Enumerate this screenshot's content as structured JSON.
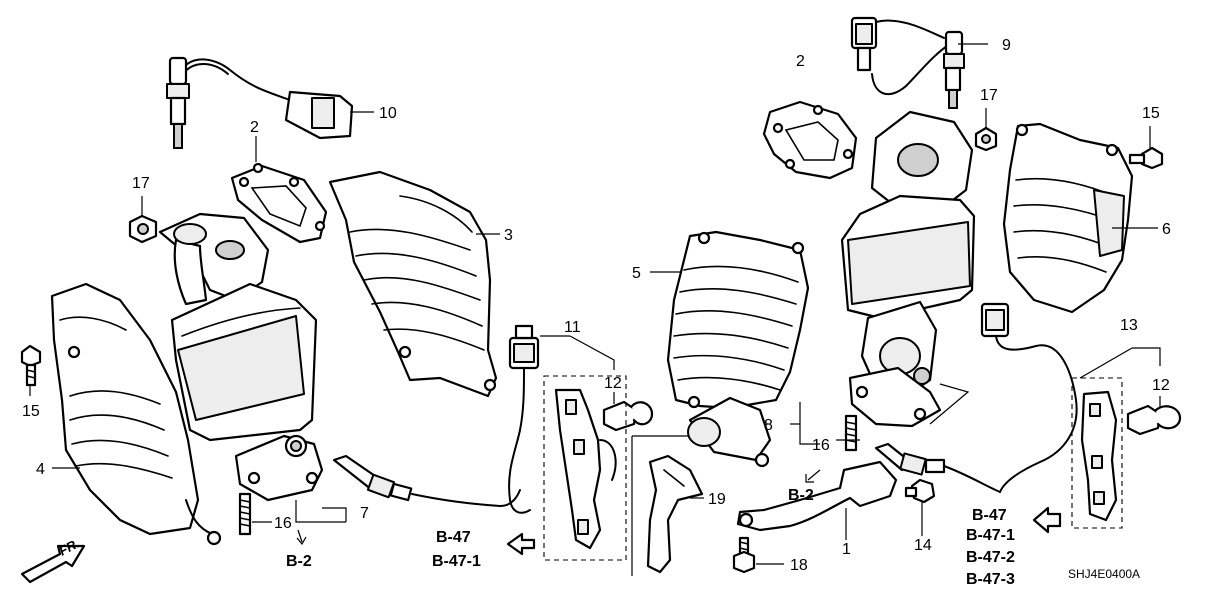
{
  "diagram_code": "SHJ4E0400A",
  "front_marker": "FR.",
  "callouts": {
    "c1": "1",
    "c2a": "2",
    "c2b": "2",
    "c3": "3",
    "c4": "4",
    "c5": "5",
    "c6": "6",
    "c7": "7",
    "c8": "8",
    "c9": "9",
    "c10": "10",
    "c11": "11",
    "c12a": "12",
    "c12b": "12",
    "c13": "13",
    "c14": "14",
    "c15a": "15",
    "c15b": "15",
    "c16a": "16",
    "c16b": "16",
    "c17a": "17",
    "c17b": "17",
    "c18": "18",
    "c19": "19"
  },
  "references": {
    "b2_left": "B-2",
    "b2_mid": "B-2",
    "b47_left": "B-47",
    "b471_left": "B-47-1",
    "b47_right": "B-47",
    "b471_right": "B-47-1",
    "b472_right": "B-47-2",
    "b473_right": "B-47-3"
  }
}
